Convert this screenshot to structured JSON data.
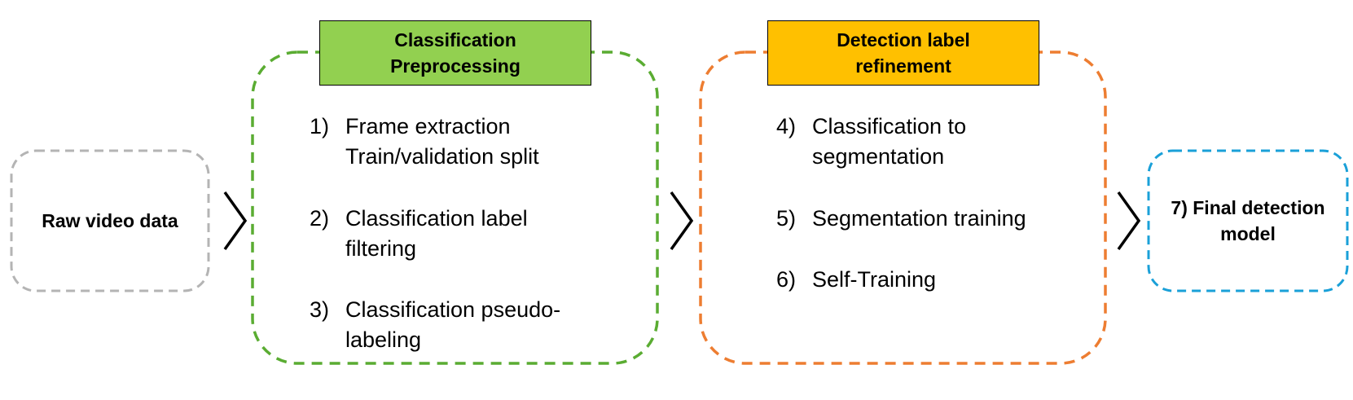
{
  "raw": {
    "label": "Raw video data"
  },
  "classification": {
    "header": "Classification Preprocessing",
    "header_color": "#92d050",
    "border_color": "#5aac32",
    "steps": [
      {
        "num": "1)",
        "text": "Frame extraction\nTrain/validation split"
      },
      {
        "num": "2)",
        "text": "Classification label\nfiltering"
      },
      {
        "num": "3)",
        "text": "Classification pseudo-\nlabeling"
      }
    ]
  },
  "detection": {
    "header": "Detection label refinement",
    "header_color": "#ffc000",
    "border_color": "#ed7d31",
    "steps": [
      {
        "num": "4)",
        "text": "Classification to\nsegmentation"
      },
      {
        "num": "5)",
        "text": "Segmentation training"
      },
      {
        "num": "6)",
        "text": "Self-Training"
      }
    ]
  },
  "final": {
    "label": "7) Final detection model",
    "border_color": "#1aa0d8"
  },
  "raw_border_color": "#b4b4b4"
}
